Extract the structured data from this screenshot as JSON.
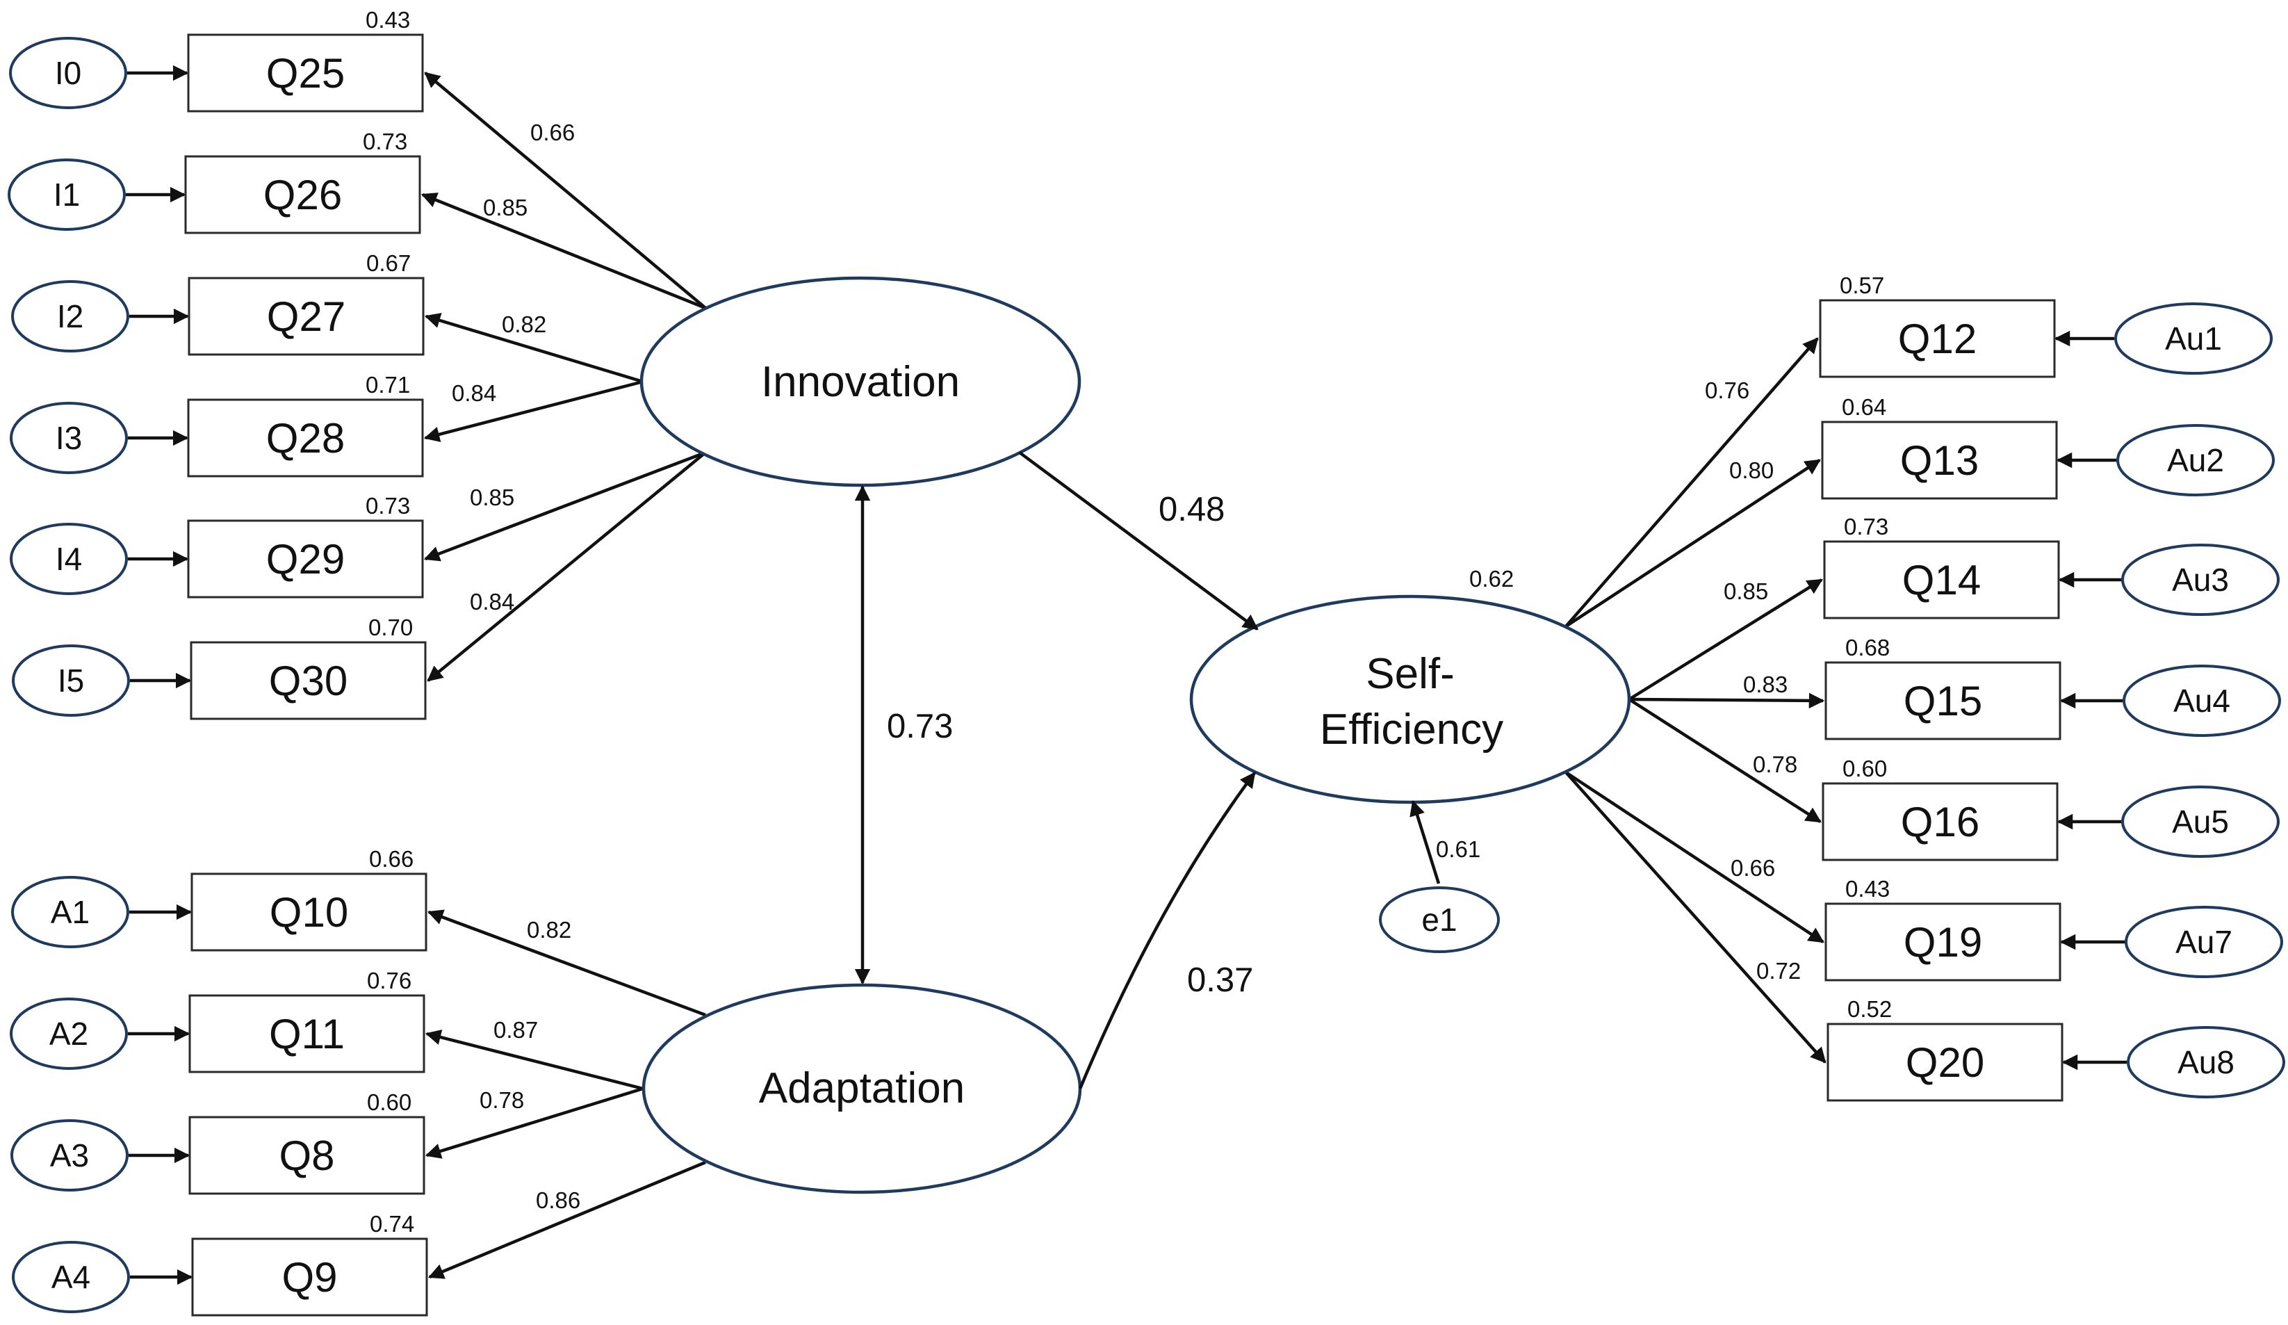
{
  "latents": {
    "innovation": "Innovation",
    "adaptation": "Adaptation",
    "self_efficiency_line1": "Self-",
    "self_efficiency_line2": "Efficiency"
  },
  "structural_paths": {
    "innovation_to_se": "0.48",
    "adaptation_to_se": "0.37",
    "innovation_adaptation_cov": "0.73",
    "se_r2": "0.62"
  },
  "disturbance": {
    "label": "e1",
    "loading": "0.61"
  },
  "innovation_items": [
    {
      "error": "I0",
      "item": "Q25",
      "r2": "0.43",
      "loading": "0.66"
    },
    {
      "error": "I1",
      "item": "Q26",
      "r2": "0.73",
      "loading": "0.85"
    },
    {
      "error": "I2",
      "item": "Q27",
      "r2": "0.67",
      "loading": "0.82"
    },
    {
      "error": "I3",
      "item": "Q28",
      "r2": "0.71",
      "loading": "0.84"
    },
    {
      "error": "I4",
      "item": "Q29",
      "r2": "0.73",
      "loading": "0.85"
    },
    {
      "error": "I5",
      "item": "Q30",
      "r2": "0.70",
      "loading": "0.84"
    }
  ],
  "adaptation_items": [
    {
      "error": "A1",
      "item": "Q10",
      "r2": "0.66",
      "loading": "0.82"
    },
    {
      "error": "A2",
      "item": "Q11",
      "r2": "0.76",
      "loading": "0.87"
    },
    {
      "error": "A3",
      "item": "Q8",
      "r2": "0.60",
      "loading": "0.78"
    },
    {
      "error": "A4",
      "item": "Q9",
      "r2": "0.74",
      "loading": "0.86"
    }
  ],
  "self_efficiency_items": [
    {
      "error": "Au1",
      "item": "Q12",
      "r2": "0.57",
      "loading": "0.76"
    },
    {
      "error": "Au2",
      "item": "Q13",
      "r2": "0.64",
      "loading": "0.80"
    },
    {
      "error": "Au3",
      "item": "Q14",
      "r2": "0.73",
      "loading": "0.85"
    },
    {
      "error": "Au4",
      "item": "Q15",
      "r2": "0.68",
      "loading": "0.83"
    },
    {
      "error": "Au5",
      "item": "Q16",
      "r2": "0.60",
      "loading": "0.78"
    },
    {
      "error": "Au7",
      "item": "Q19",
      "r2": "0.43",
      "loading": "0.66"
    },
    {
      "error": "Au8",
      "item": "Q20",
      "r2": "0.52",
      "loading": "0.72"
    }
  ]
}
